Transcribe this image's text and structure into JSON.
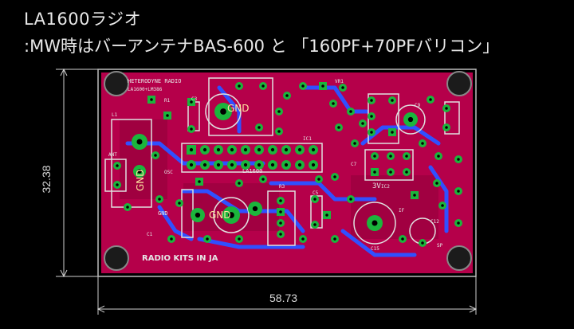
{
  "header": {
    "title": "LA1600ラジオ",
    "subtitle": ":MW時はバーアンテナBAS-600 と 「160PF+70PFバリコン」"
  },
  "dimensions": {
    "width_label": "58.73",
    "height_label": "32.38"
  },
  "pcb": {
    "top_label_1": "HETERODYNE RADIO",
    "top_label_2": "LA1600+LM386",
    "bottom_label": "RADIO KITS IN JA",
    "chip_label": "LA1600",
    "gnd_label": "GND",
    "gnd_small": "GND",
    "voltage_label": "3V",
    "part_labels": [
      "IC1",
      "IC2",
      "C1",
      "C3",
      "C5",
      "C7",
      "C9",
      "C12",
      "C15",
      "R1",
      "R3",
      "L1",
      "VR1",
      "ANT",
      "OSC",
      "IF",
      "SP"
    ]
  },
  "colors": {
    "board": "#b5004a",
    "silk": "#e0e0e0",
    "trace": "#3050ff",
    "pad": "#1bb53c",
    "hole": "#000000"
  }
}
